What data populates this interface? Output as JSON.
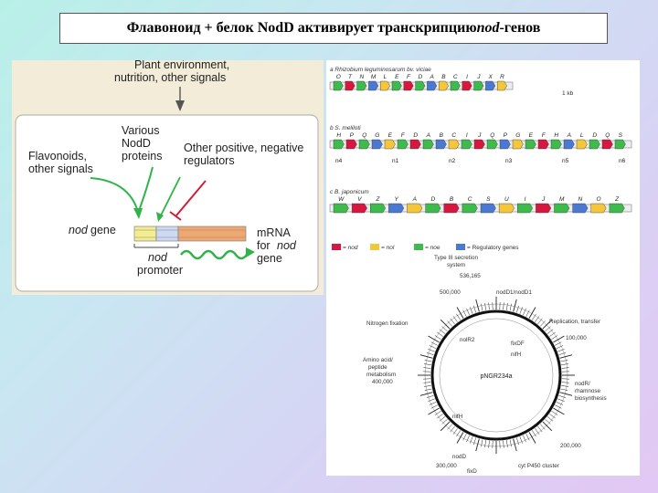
{
  "title": {
    "prefix": "Флавоноид + белок NodD активирует транскрипцию ",
    "italic": "nod",
    "suffix": "-генов"
  },
  "left_diagram": {
    "plant_env": [
      "Plant environment,",
      "nutrition, other signals"
    ],
    "various": [
      "Various",
      "NodD",
      "proteins"
    ],
    "other_regulators": [
      "Other positive, negative",
      "regulators"
    ],
    "flavonoids": [
      "Flavonoids,",
      "other signals"
    ],
    "nod_gene": {
      "italic": "nod",
      "text": " gene"
    },
    "promoter": {
      "italic": "nod",
      "text": "promoter"
    },
    "mrna": {
      "line1": "mRNA",
      "line2_prefix": "for ",
      "line2_italic": "nod",
      "line3": "gene"
    }
  },
  "right_diagram": {
    "panel_a_label": "a  Rhizobium leguminosarum bv. viciae",
    "panel_b_label": "b  S. meliloti",
    "panel_c_label": "c  B. japonicum",
    "row_a_genes": [
      "O",
      "T",
      "N",
      "M",
      "L",
      "E",
      "F",
      "D",
      "A",
      "B",
      "C",
      "I",
      "J",
      "X",
      "R"
    ],
    "row_a_scale": "1 kb",
    "row_b_genes": [
      "H",
      "P",
      "Q",
      "G",
      "E",
      "F",
      "D",
      "A",
      "B",
      "C",
      "I",
      "J",
      "Q",
      "P",
      "G",
      "E",
      "F",
      "H",
      "A",
      "L",
      "D",
      "Q",
      "S"
    ],
    "row_b_markers": [
      "n4",
      "n1",
      "n2",
      "n3",
      "n5",
      "n6"
    ],
    "row_c_genes": [
      "W",
      "V",
      "Z",
      "Y",
      "A",
      "D",
      "B",
      "C",
      "S",
      "U",
      "I",
      "J",
      "M",
      "N",
      "O",
      "Z"
    ],
    "legend": [
      "= nod",
      "= nol",
      "= noe",
      "= Regulatory genes"
    ],
    "plasmid": {
      "name": "pNGR234a",
      "labels": [
        "Type III secretion",
        "system",
        "536,165",
        "500,000",
        "nodD1/nodD1",
        "Nitrogen fixation",
        "Replication, transfer",
        "nolR2",
        "100,000",
        "fixDF",
        "nifH",
        "Amino acid/",
        "peptide",
        "metabolism",
        "400,000",
        "nodR/",
        "rhamnose",
        "biosynthesis",
        "nifH",
        "200,000",
        "300,000",
        "nodD",
        "fixD",
        "cyt P450 cluster"
      ]
    },
    "colors": {
      "nod": "#d7173f",
      "nol": "#f4c63a",
      "noe": "#3dbb4c",
      "regulatory": "#4a79d4"
    }
  }
}
